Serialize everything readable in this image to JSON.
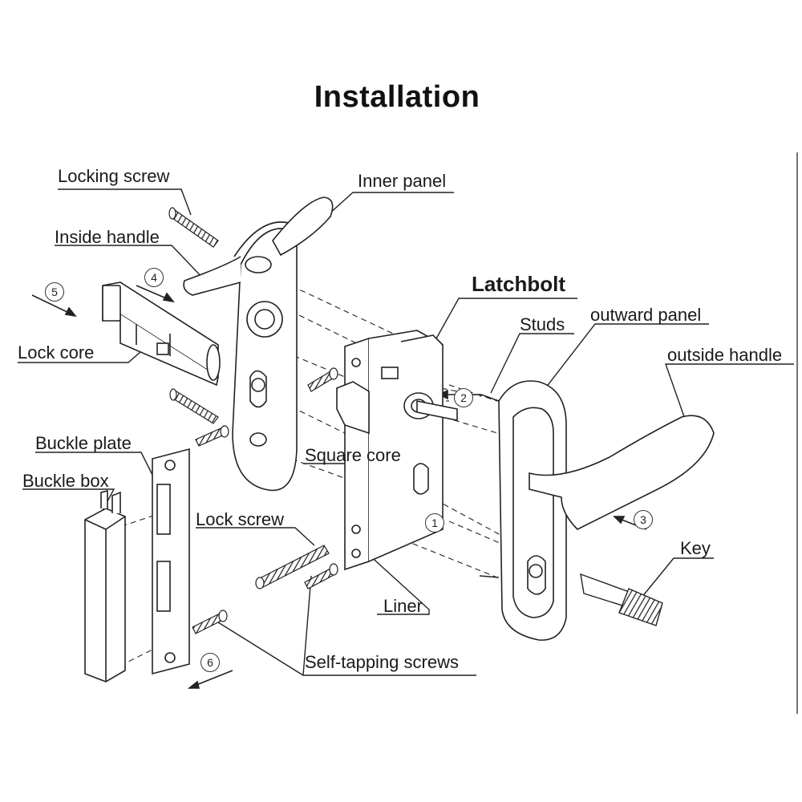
{
  "title": "Installation",
  "labels": {
    "locking_screw": "Locking screw",
    "inner_panel": "Inner panel",
    "inside_handle": "Inside  handle",
    "latchbolt": "Latchbolt",
    "studs": "Studs",
    "outward_panel": "outward panel",
    "outside_handle": "outside handle",
    "lock_core": "Lock core",
    "buckle_plate": "Buckle plate",
    "buckle_box": "Buckle box",
    "square_core": "Square core",
    "lock_screw": "Lock screw",
    "key": "Key",
    "liner": "Liner",
    "self_tapping_screws": "Self-tapping screws"
  },
  "steps": {
    "s1": "1",
    "s2": "2",
    "s3": "3",
    "s4": "4",
    "s5": "5",
    "s6": "6"
  }
}
